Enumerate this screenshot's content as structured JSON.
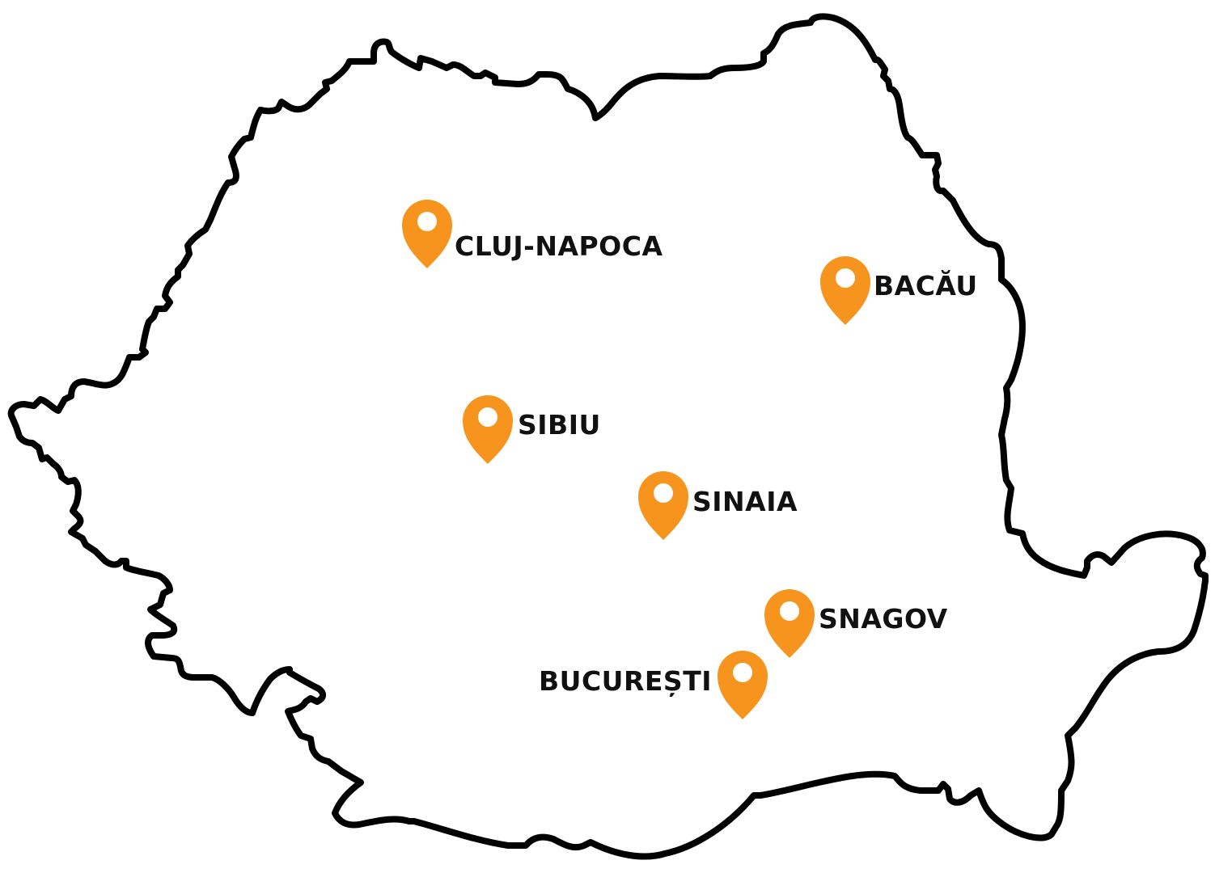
{
  "map": {
    "region": "Romania",
    "outline_color": "#000000",
    "fill_color": "#ffffff",
    "pin_color": "#F7941D"
  },
  "cities": [
    {
      "id": "cluj-napoca",
      "name": "CLUJ-NAPOCA",
      "label_side": "right"
    },
    {
      "id": "bacau",
      "name": "BACĂU",
      "label_side": "right"
    },
    {
      "id": "sibiu",
      "name": "SIBIU",
      "label_side": "right"
    },
    {
      "id": "sinaia",
      "name": "SINAIA",
      "label_side": "right"
    },
    {
      "id": "snagov",
      "name": "SNAGOV",
      "label_side": "right"
    },
    {
      "id": "bucuresti",
      "name": "BUCUREȘTI",
      "label_side": "left"
    }
  ]
}
